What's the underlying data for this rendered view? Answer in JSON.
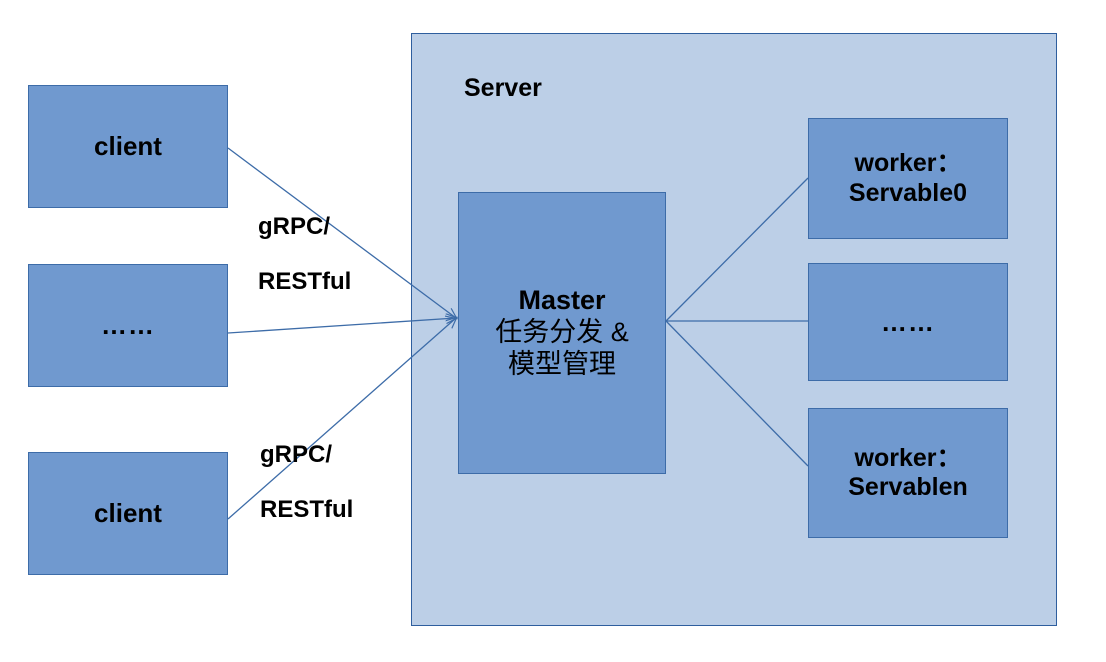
{
  "diagram": {
    "title": "Server architecture: clients to master to workers",
    "colors": {
      "node_fill": "#7099CF",
      "node_border": "#3D6CA8",
      "container_fill": "#BCCFE7",
      "container_border": "#2E5E9E",
      "connector": "#3D6CA8",
      "text": "#000000",
      "background": "#FFFFFF"
    },
    "container": {
      "label": "Server"
    },
    "clients": [
      {
        "id": "client-top",
        "label": "client"
      },
      {
        "id": "client-middle",
        "label": "……"
      },
      {
        "id": "client-bottom",
        "label": "client"
      }
    ],
    "master": {
      "id": "master",
      "label": "Master\n任务分发 &\n模型管理",
      "line1": "Master",
      "line2": "任务分发 &",
      "line3": "模型管理"
    },
    "workers": [
      {
        "id": "worker-0",
        "label": "worker：\nServable0",
        "line1": "worker：",
        "line2": "Servable0"
      },
      {
        "id": "worker-dots",
        "label": "……"
      },
      {
        "id": "worker-n",
        "label": "worker：\nServablen",
        "line1": "worker：",
        "line2": "Servablen"
      }
    ],
    "edge_labels": [
      {
        "id": "edge-label-top",
        "line1": "gRPC/",
        "line2": "RESTful"
      },
      {
        "id": "edge-label-bottom",
        "line1": "gRPC/",
        "line2": "RESTful"
      }
    ]
  }
}
